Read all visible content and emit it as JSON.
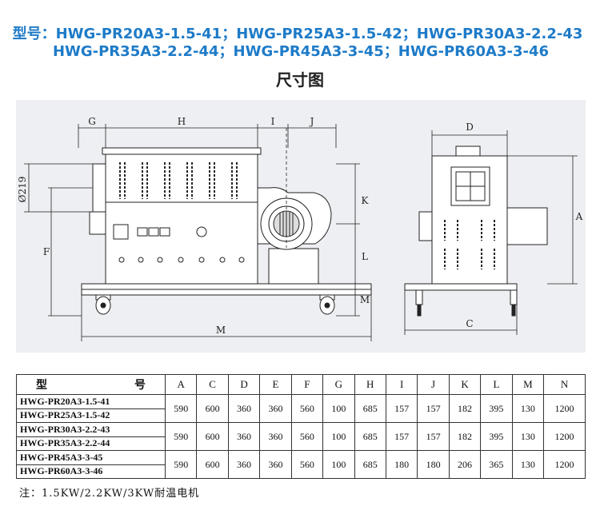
{
  "title": {
    "line1": "型号：HWG-PR20A3-1.5-41；HWG-PR25A3-1.5-42；HWG-PR30A3-2.2-43",
    "line2": "HWG-PR35A3-2.2-44；HWG-PR45A3-3-45；HWG-PR60A3-3-46"
  },
  "subtitle": "尺寸图",
  "drawing": {
    "dim_labels": {
      "G": "G",
      "H": "H",
      "I": "I",
      "J": "J",
      "K": "K",
      "L": "L",
      "M_vertical": "M",
      "M_horizontal": "M",
      "F": "F",
      "dia": "Ø219",
      "D": "D",
      "A": "A",
      "C": "C"
    }
  },
  "table": {
    "model_header_left": "型",
    "model_header_right": "号",
    "columns": [
      "A",
      "C",
      "D",
      "E",
      "F",
      "G",
      "H",
      "I",
      "J",
      "K",
      "L",
      "M",
      "N"
    ],
    "groups": [
      {
        "models": [
          "HWG-PR20A3-1.5-41",
          "HWG-PR25A3-1.5-42"
        ],
        "values": [
          "590",
          "600",
          "360",
          "360",
          "560",
          "100",
          "685",
          "157",
          "157",
          "182",
          "395",
          "130",
          "1200"
        ]
      },
      {
        "models": [
          "HWG-PR30A3-2.2-43",
          "HWG-PR35A3-2.2-44"
        ],
        "values": [
          "590",
          "600",
          "360",
          "360",
          "560",
          "100",
          "685",
          "157",
          "157",
          "182",
          "395",
          "130",
          "1200"
        ]
      },
      {
        "models": [
          "HWG-PR45A3-3-45",
          "HWG-PR60A3-3-46"
        ],
        "values": [
          "590",
          "600",
          "360",
          "360",
          "560",
          "100",
          "685",
          "180",
          "180",
          "206",
          "365",
          "130",
          "1200"
        ]
      }
    ]
  },
  "note": "注：1.5KW/2.2KW/3KW耐温电机"
}
